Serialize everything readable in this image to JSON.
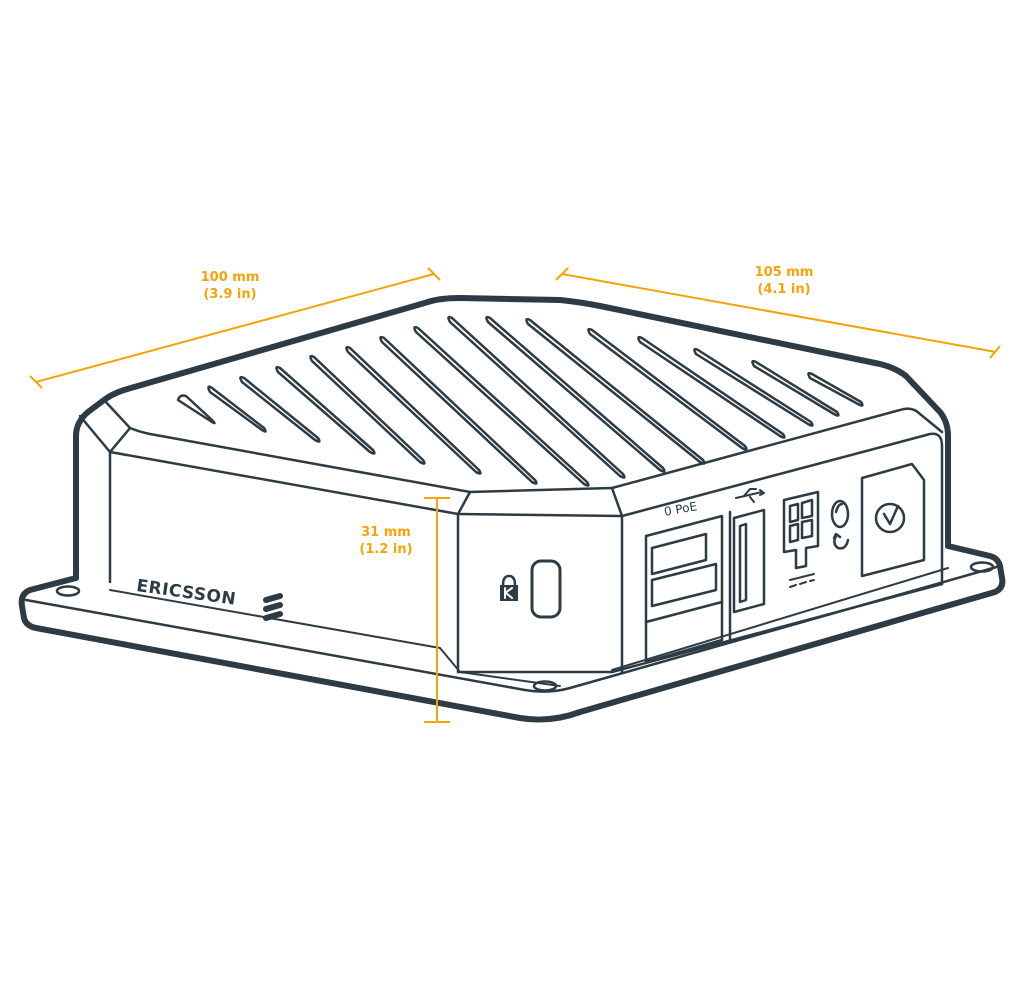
{
  "diagram": {
    "subject": "Ericsson router device isometric line drawing with dimensions",
    "colors": {
      "outline": "#2d3b45",
      "dimension": "#f5a30a",
      "background": "#ffffff"
    },
    "brand": {
      "name": "ERICSSON",
      "logo_icon": "ericsson-three-bars-icon"
    },
    "dimensions": {
      "width": {
        "metric": "100 mm",
        "imperial": "(3.9 in)"
      },
      "depth": {
        "metric": "105 mm",
        "imperial": "(4.1 in)"
      },
      "height": {
        "metric": "31 mm",
        "imperial": "(1.2 in)"
      }
    },
    "ports": {
      "ethernet_label": "0 PoE",
      "icons": [
        "kensington-lock-icon",
        "ethernet-port-icon",
        "usb-icon",
        "sim-slot-icon",
        "reset-button-icon",
        "dc-power-icon",
        "check-circle-button-icon"
      ]
    }
  }
}
